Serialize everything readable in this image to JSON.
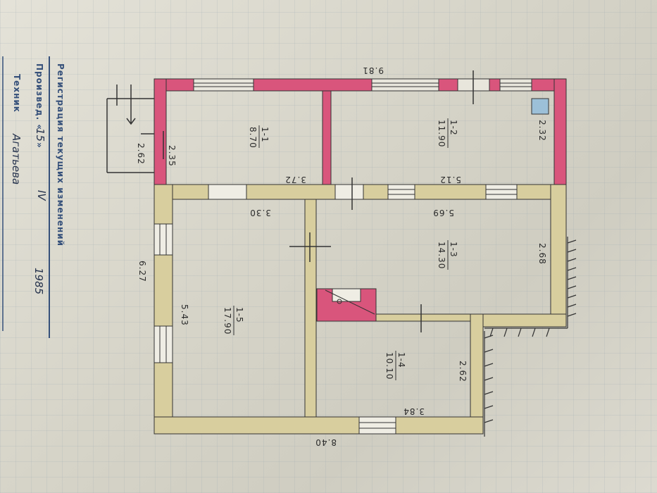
{
  "stamp": {
    "line1": "Регистрация текущих изменений",
    "line2_prefix": "Произвед. «",
    "day": "15",
    "line2_mid": "»",
    "month": "IV",
    "year": "1985",
    "line3_prefix": "Техник",
    "technician": "Агатьева"
  },
  "plan": {
    "dims": {
      "top_total": "9.81",
      "bottom_total": "8.40",
      "left_total": "6.27",
      "porch_len": "2.62",
      "porch_wall": "2.35",
      "right_upper": "2.32",
      "right_lower": "2.68",
      "upper_left_len": "3.72",
      "upper_right_len": "5.12",
      "lower_left_len": "3.30",
      "lower_right_len": "5.69",
      "left_room_depth": "5.43",
      "small_room_depth": "2.62",
      "small_room_len": "3.84"
    },
    "rooms": [
      {
        "id": "1-1",
        "area": "8.70"
      },
      {
        "id": "1-2",
        "area": "11.90"
      },
      {
        "id": "1-3",
        "area": "14.30"
      },
      {
        "id": "1-4",
        "area": "10.10"
      },
      {
        "id": "1-5",
        "area": "17.90"
      }
    ]
  },
  "colors": {
    "wall_pink": "#d9557c",
    "wall_beige": "#d8ce9e",
    "ink": "#2a2a2a",
    "stamp_ink": "#35507a"
  }
}
